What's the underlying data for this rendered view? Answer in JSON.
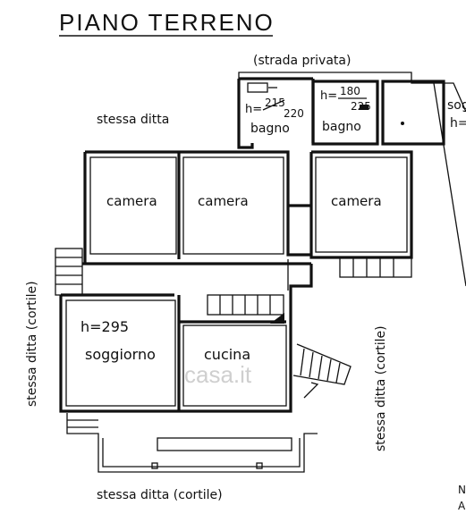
{
  "title": "PIANO TERRENO",
  "surroundings": {
    "top": "(strada privata)",
    "top_left": "stessa ditta",
    "left": "stessa ditta (cortile)",
    "right": "stessa ditta (cortile)",
    "bottom": "stessa ditta (cortile)",
    "right_edge_top": "sog",
    "right_edge_h": "h=",
    "bottom_right_1": "N",
    "bottom_right_2": "A"
  },
  "rooms": {
    "camera_1": "camera",
    "camera_2": "camera",
    "camera_3": "camera",
    "bagno_1": "bagno",
    "bagno_1_h_label": "h=",
    "bagno_1_h_old": "215",
    "bagno_1_h_new": "220",
    "bagno_2": "bagno",
    "bagno_2_h_label": "h=",
    "bagno_2_h_old": "180",
    "bagno_2_h_new": "225",
    "soggiorno": "soggiorno",
    "soggiorno_h": "h=295",
    "cucina": "cucina"
  },
  "watermark": "casa.it"
}
